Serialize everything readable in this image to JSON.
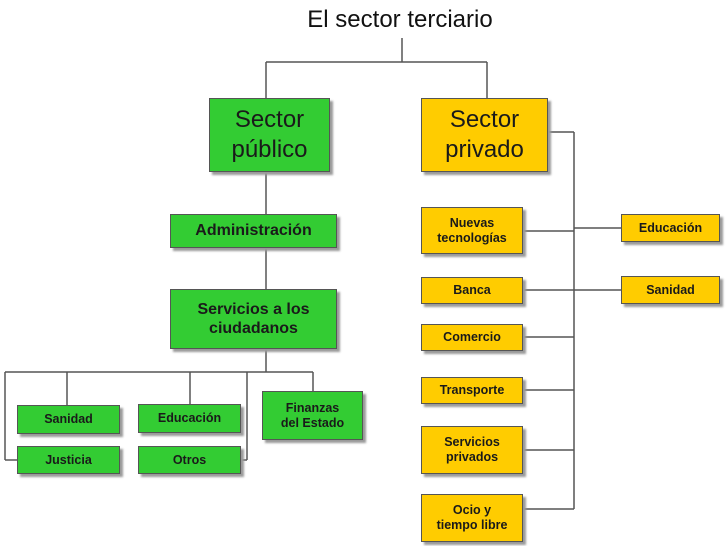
{
  "title": "El sector terciario",
  "sector_publico": {
    "label": "Sector\npúblico",
    "administracion": "Administración",
    "servicios": "Servicios a los\nciudadanos",
    "sanidad": "Sanidad",
    "educacion": "Educación",
    "justicia": "Justicia",
    "otros": "Otros",
    "finanzas": "Finanzas\ndel Estado"
  },
  "sector_privado": {
    "label": "Sector\nprivado",
    "nuevas_tecnologias": "Nuevas\ntecnologías",
    "banca": "Banca",
    "comercio": "Comercio",
    "transporte": "Transporte",
    "servicios_privados": "Servicios\nprivados",
    "ocio": "Ocio y\ntiempo libre",
    "educacion": "Educación",
    "sanidad": "Sanidad"
  },
  "colors": {
    "publico": "#33cc33",
    "privado": "#ffcc00",
    "line": "#555555"
  }
}
